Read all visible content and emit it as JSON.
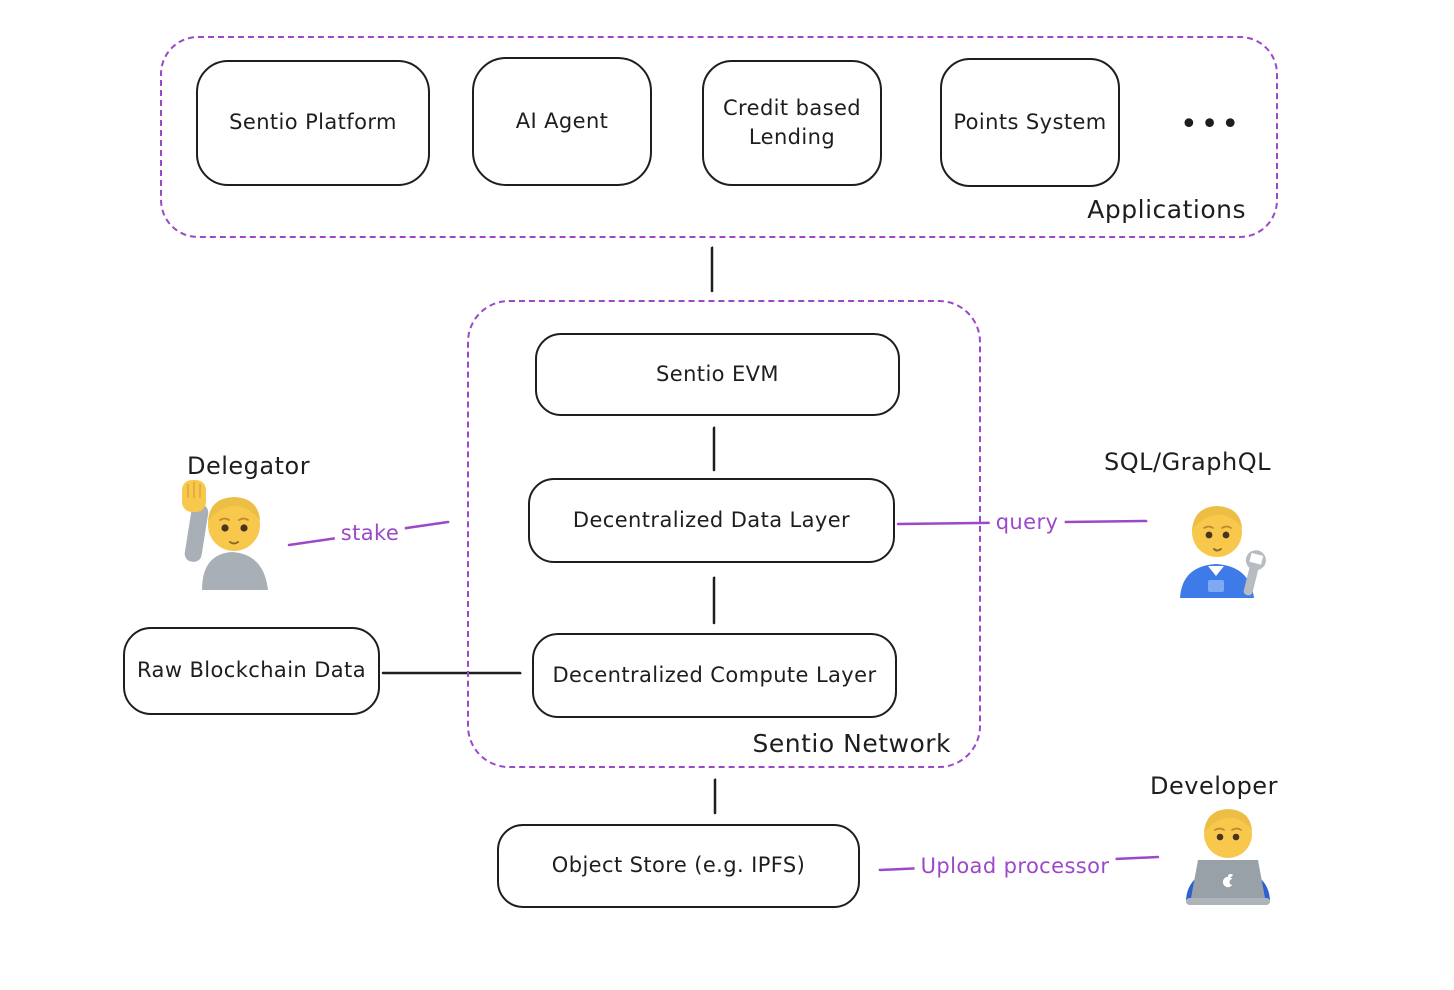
{
  "diagram": {
    "applications": {
      "label": "Applications",
      "boxes": [
        {
          "label": "Sentio Platform"
        },
        {
          "label": "AI Agent"
        },
        {
          "label": "Credit based Lending"
        },
        {
          "label": "Points System"
        }
      ],
      "more": "•••"
    },
    "network": {
      "label": "Sentio Network",
      "evm": "Sentio EVM",
      "data_layer": "Decentralized Data Layer",
      "compute_layer": "Decentralized Compute Layer"
    },
    "raw_data": "Raw Blockchain Data",
    "object_store": "Object Store (e.g. IPFS)",
    "actors": {
      "delegator": {
        "label": "Delegator",
        "icon": "person-raising-hand-emoji"
      },
      "query_consumer": {
        "label": "SQL/GraphQL",
        "icon": "mechanic-emoji"
      },
      "developer": {
        "label": "Developer",
        "icon": "technologist-emoji"
      }
    },
    "edges": {
      "stake": "stake",
      "query": "query",
      "upload": "Upload processor"
    },
    "colors": {
      "stroke": "#1e1e1e",
      "accent": "#9b49c8",
      "background": "#ffffff"
    }
  }
}
